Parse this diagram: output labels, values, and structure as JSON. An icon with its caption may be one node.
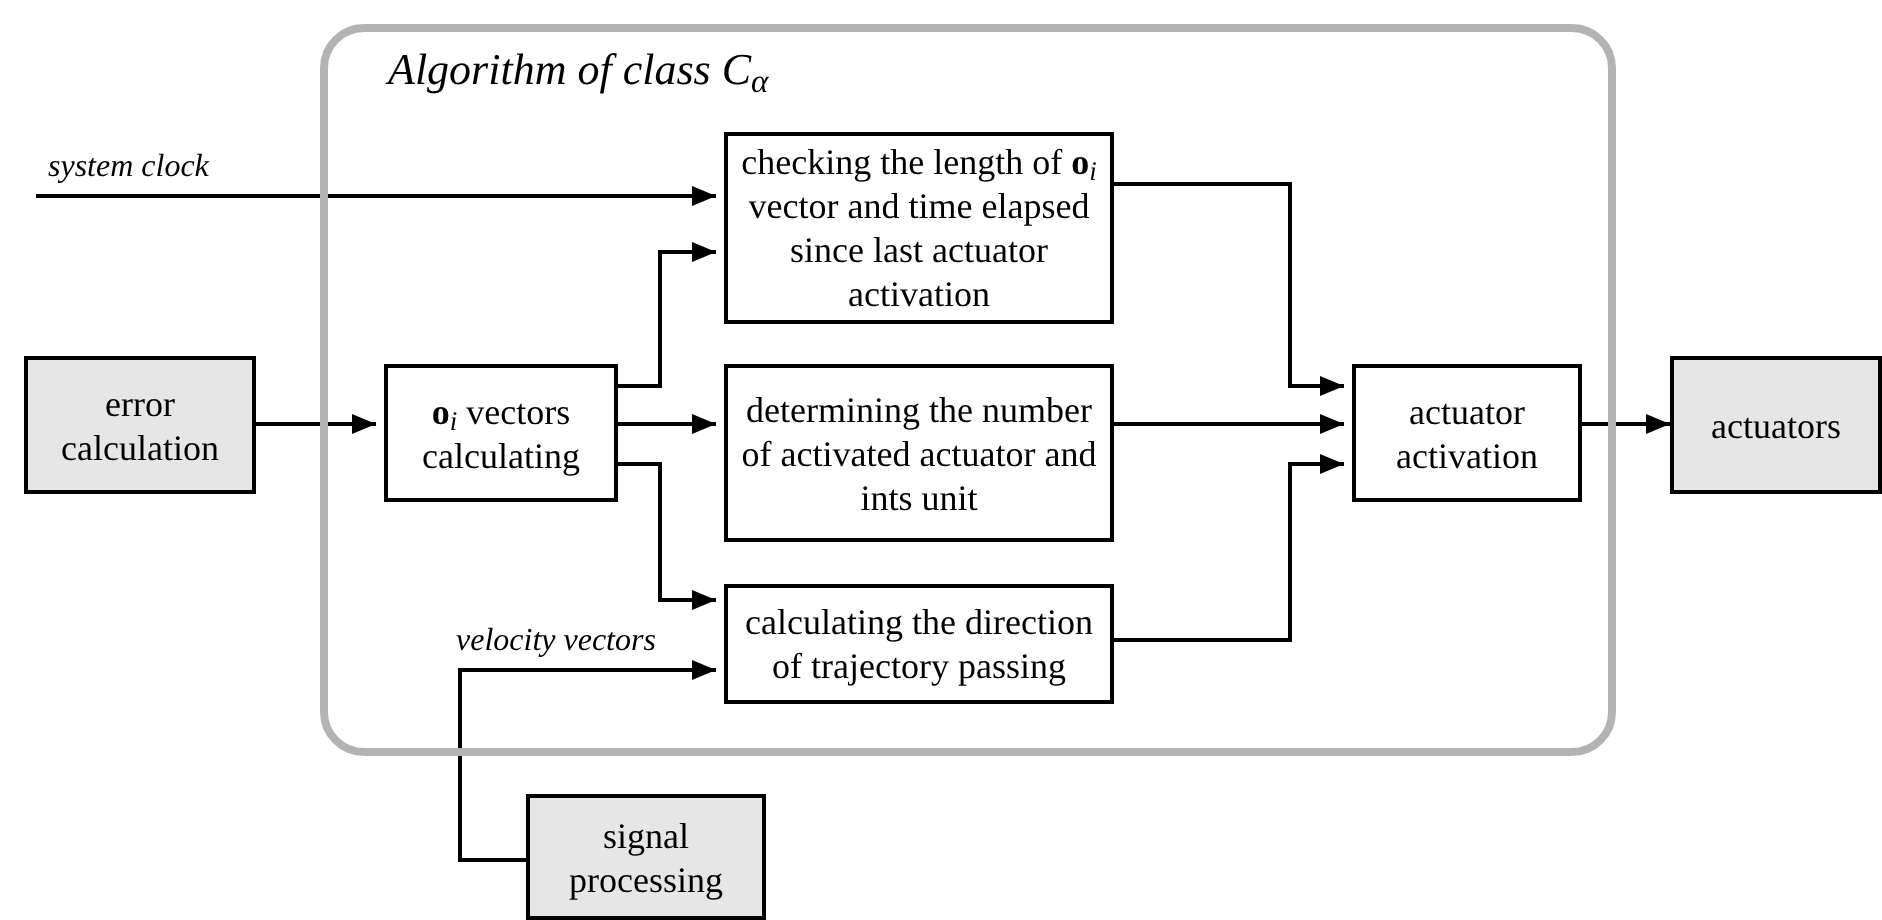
{
  "diagram": {
    "nodes": [
      {
        "text": [
          "Algorithm of class *C*$_{α}$"
        ]
      },
      {
        "text": [
          "error calculation"
        ]
      },
      {
        "text": [
          "**o**$_{i}$ vectors calculating"
        ],
        "in": 0
      },
      {
        "text": [
          "checking the length of **o**$_{i}$ vector and time elapsed since last actuator activation"
        ],
        "in": 0
      },
      {
        "text": [
          "determining the number of activated actuator and ints unit"
        ],
        "in": 0
      },
      {
        "text": [
          "calculating the direction of trajectory passing"
        ],
        "in": 0
      },
      {
        "text": [
          "actuator activation"
        ],
        "in": 0
      },
      {
        "text": [
          "actuators"
        ]
      },
      {
        "text": [
          "signal processing"
        ]
      }
    ],
    "edges": [
      {
        "from": 1,
        "to": 2,
        "arrow": "to"
      },
      {
        "from": 2,
        "to": 3,
        "arrow": "to"
      },
      {
        "from": 2,
        "to": 4,
        "arrow": "to"
      },
      {
        "from": 2,
        "to": 5,
        "arrow": "to"
      },
      {
        "from": 3,
        "to": 6,
        "arrow": "to"
      },
      {
        "from": 4,
        "to": 6,
        "arrow": "to"
      },
      {
        "from": 5,
        "to": 6,
        "arrow": "to"
      },
      {
        "from": 6,
        "to": 7,
        "arrow": "to"
      },
      {
        "from": null,
        "to": 3,
        "arrow": "to",
        "label": "system clock"
      },
      {
        "from": 8,
        "to": 5,
        "arrow": "to",
        "label": "velocity vectors"
      }
    ]
  }
}
